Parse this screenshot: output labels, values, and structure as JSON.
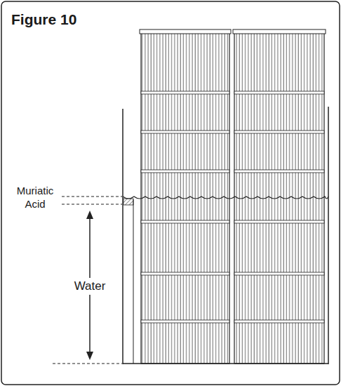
{
  "diagram": {
    "title": "Figure 10",
    "labels": [
      "Muriatic Acid",
      "Water"
    ]
  }
}
